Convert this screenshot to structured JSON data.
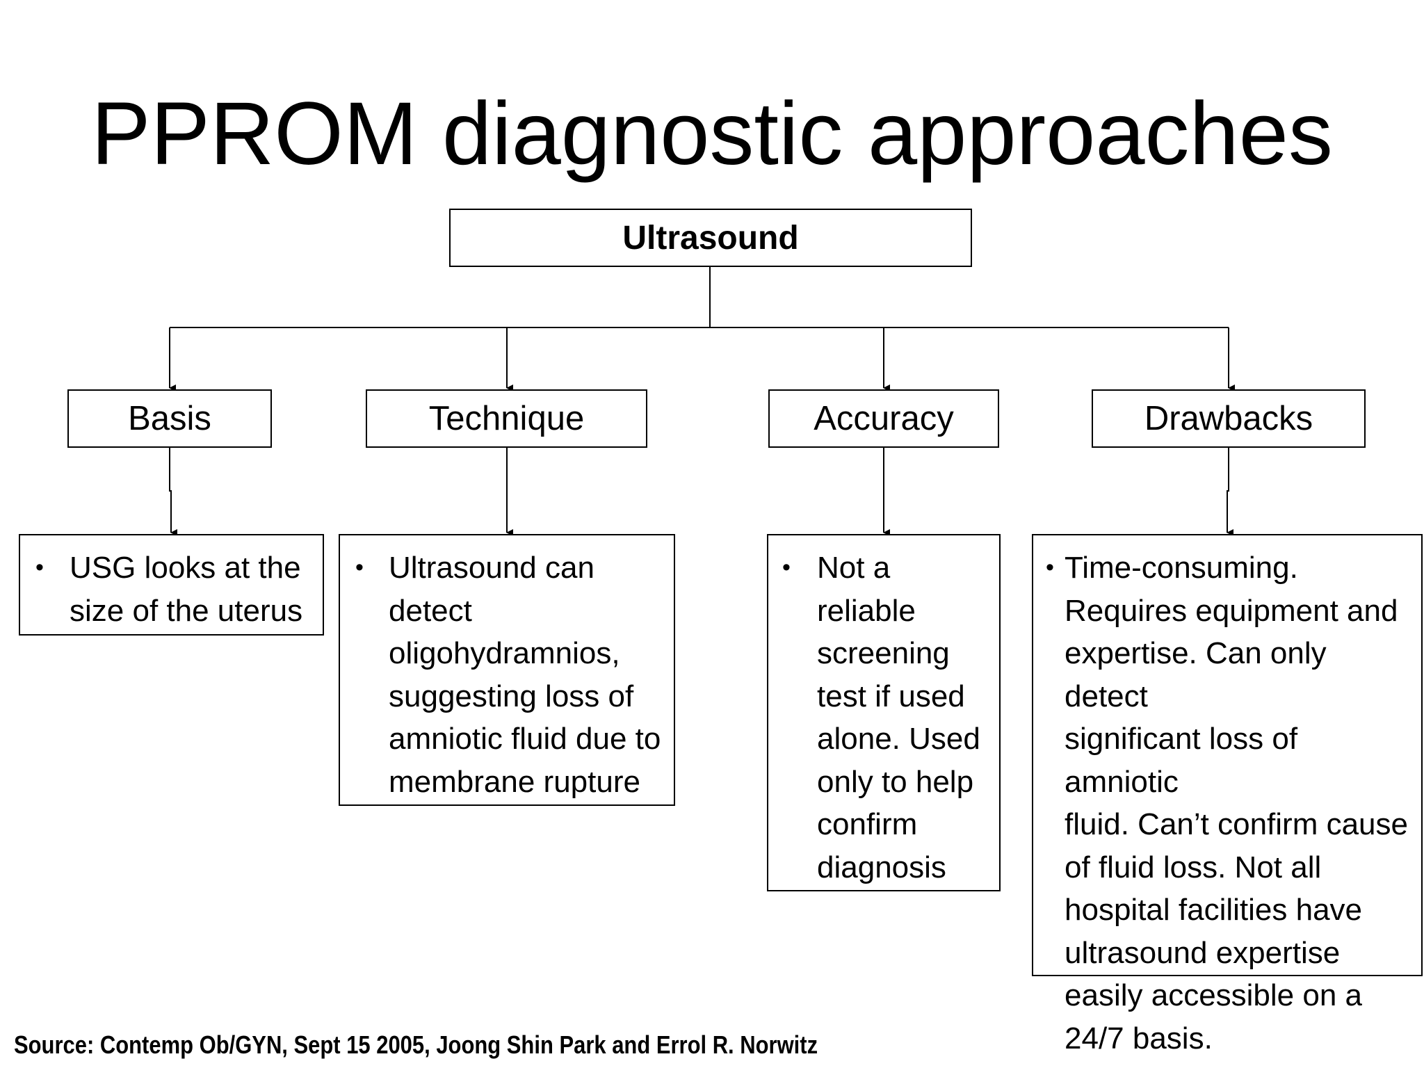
{
  "title": "PPROM diagnostic approaches",
  "root": {
    "label": "Ultrasound"
  },
  "categories": [
    {
      "label": "Basis",
      "detail": "USG looks at the\nsize of the uterus"
    },
    {
      "label": "Technique",
      "detail": "Ultrasound can\ndetect\noligohydramnios,\nsuggesting loss of\namniotic fluid due to\nmembrane rupture"
    },
    {
      "label": "Accuracy",
      "detail": "Not a\nreliable\nscreening\ntest if used\nalone. Used\nonly to help\nconfirm\ndiagnosis"
    },
    {
      "label": "Drawbacks",
      "detail": "Time-consuming.\nRequires equipment and\nexpertise. Can only detect\nsignificant loss of amniotic\nfluid. Can’t confirm cause\nof fluid loss. Not all\nhospital facilities have\nultrasound expertise\neasily accessible on a\n24/7 basis."
    }
  ],
  "bullet_glyph": "•",
  "source": "Source: Contemp Ob/GYN, Sept 15 2005, Joong Shin Park and Errol R. Norwitz"
}
